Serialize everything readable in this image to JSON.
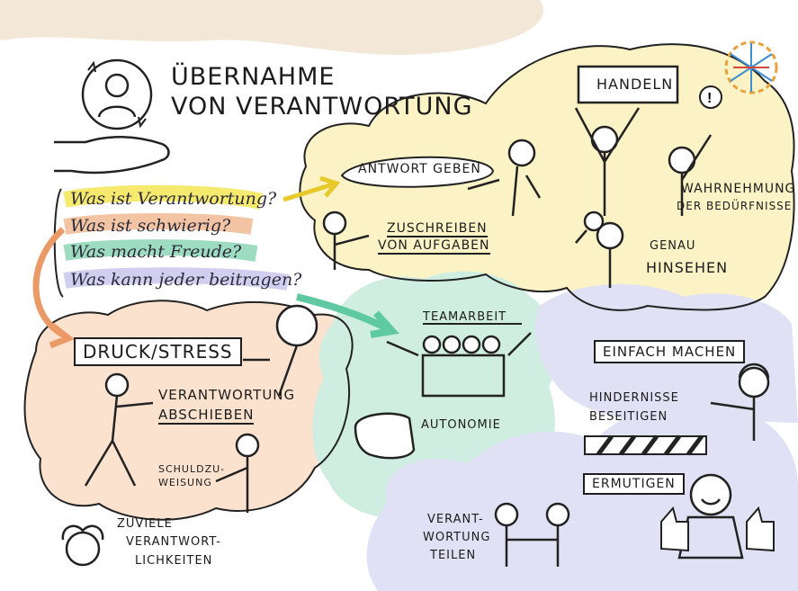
{
  "title": [
    "ÜBERNAHME",
    "VON VERANTWORTUNG"
  ],
  "questions": [
    {
      "text": "Was ist Verantwortung?",
      "color": "#f2e34a"
    },
    {
      "text": "Was ist schwierig?",
      "color": "#f0b58c"
    },
    {
      "text": "Was macht Freude?",
      "color": "#86d3b2"
    },
    {
      "text": "Was kann jeder beitragen?",
      "color": "#c7c2ec"
    }
  ],
  "labels": {
    "antwort": "ANTWORT GEBEN",
    "zuschreiben": [
      "ZUSCHREIBEN",
      "VON AUFGABEN"
    ],
    "handeln": "HANDELN",
    "wahrnehmung": [
      "WAHRNEHMUNG",
      "DER BEDÜRFNISSE"
    ],
    "genau": [
      "GENAU",
      "HINSEHEN"
    ],
    "druck": "DRUCK/STRESS",
    "verantwortung_abschieben": [
      "VERANTWORTUNG",
      "ABSCHIEBEN"
    ],
    "schuld": [
      "SCHULDZU-",
      "WEISUNG"
    ],
    "zuviele": [
      "ZUVIELE",
      "VERANTWORT-",
      "LICHKEITEN"
    ],
    "teamarbeit": "TEAMARBEIT",
    "autonomie": "AUTONOMIE",
    "einfach": "EINFACH MACHEN",
    "hindernisse": [
      "HINDERNISSE",
      "BESEITIGEN"
    ],
    "ermutigen": "ERMUTIGEN",
    "teilen": [
      "VERANT-",
      "WORTUNG",
      "TEILEN"
    ]
  },
  "colors": {
    "yellow": "#fbf3c6",
    "peach": "#fbe2cf",
    "green": "#cfeee1",
    "lavender": "#e1e1f5",
    "beige": "#f3e8d7",
    "arrow_orange": "#e99a66",
    "arrow_yellow": "#e8c92c",
    "arrow_green": "#5fc9a4"
  },
  "icons": [
    "person-circle-icon",
    "hand-icon",
    "logo-icon",
    "fist-icon",
    "barrier-icon",
    "thumbs-up-icon"
  ]
}
